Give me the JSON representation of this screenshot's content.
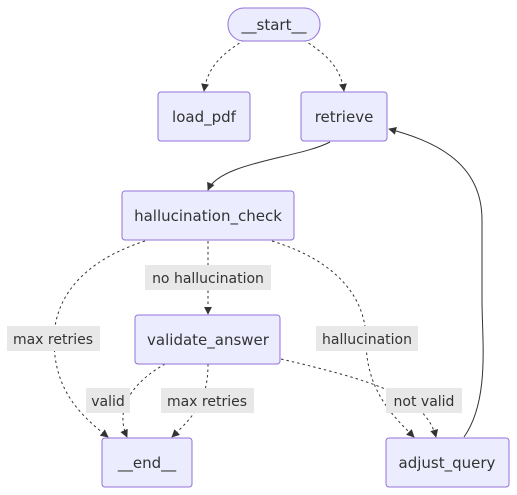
{
  "nodes": {
    "start": "__start__",
    "load_pdf": "load_pdf",
    "retrieve": "retrieve",
    "hallucination_check": "hallucination_check",
    "validate_answer": "validate_answer",
    "end": "__end__",
    "adjust_query": "adjust_query"
  },
  "edge_labels": {
    "no_hallucination": "no hallucination",
    "max_retries_left": "max retries",
    "hallucination": "hallucination",
    "valid": "valid",
    "max_retries_mid": "max retries",
    "not_valid": "not valid"
  },
  "colors": {
    "node_fill": "#ECECFF",
    "node_stroke": "#9370DB",
    "edge": "#333333",
    "label_bg": "#E8E8E8"
  }
}
